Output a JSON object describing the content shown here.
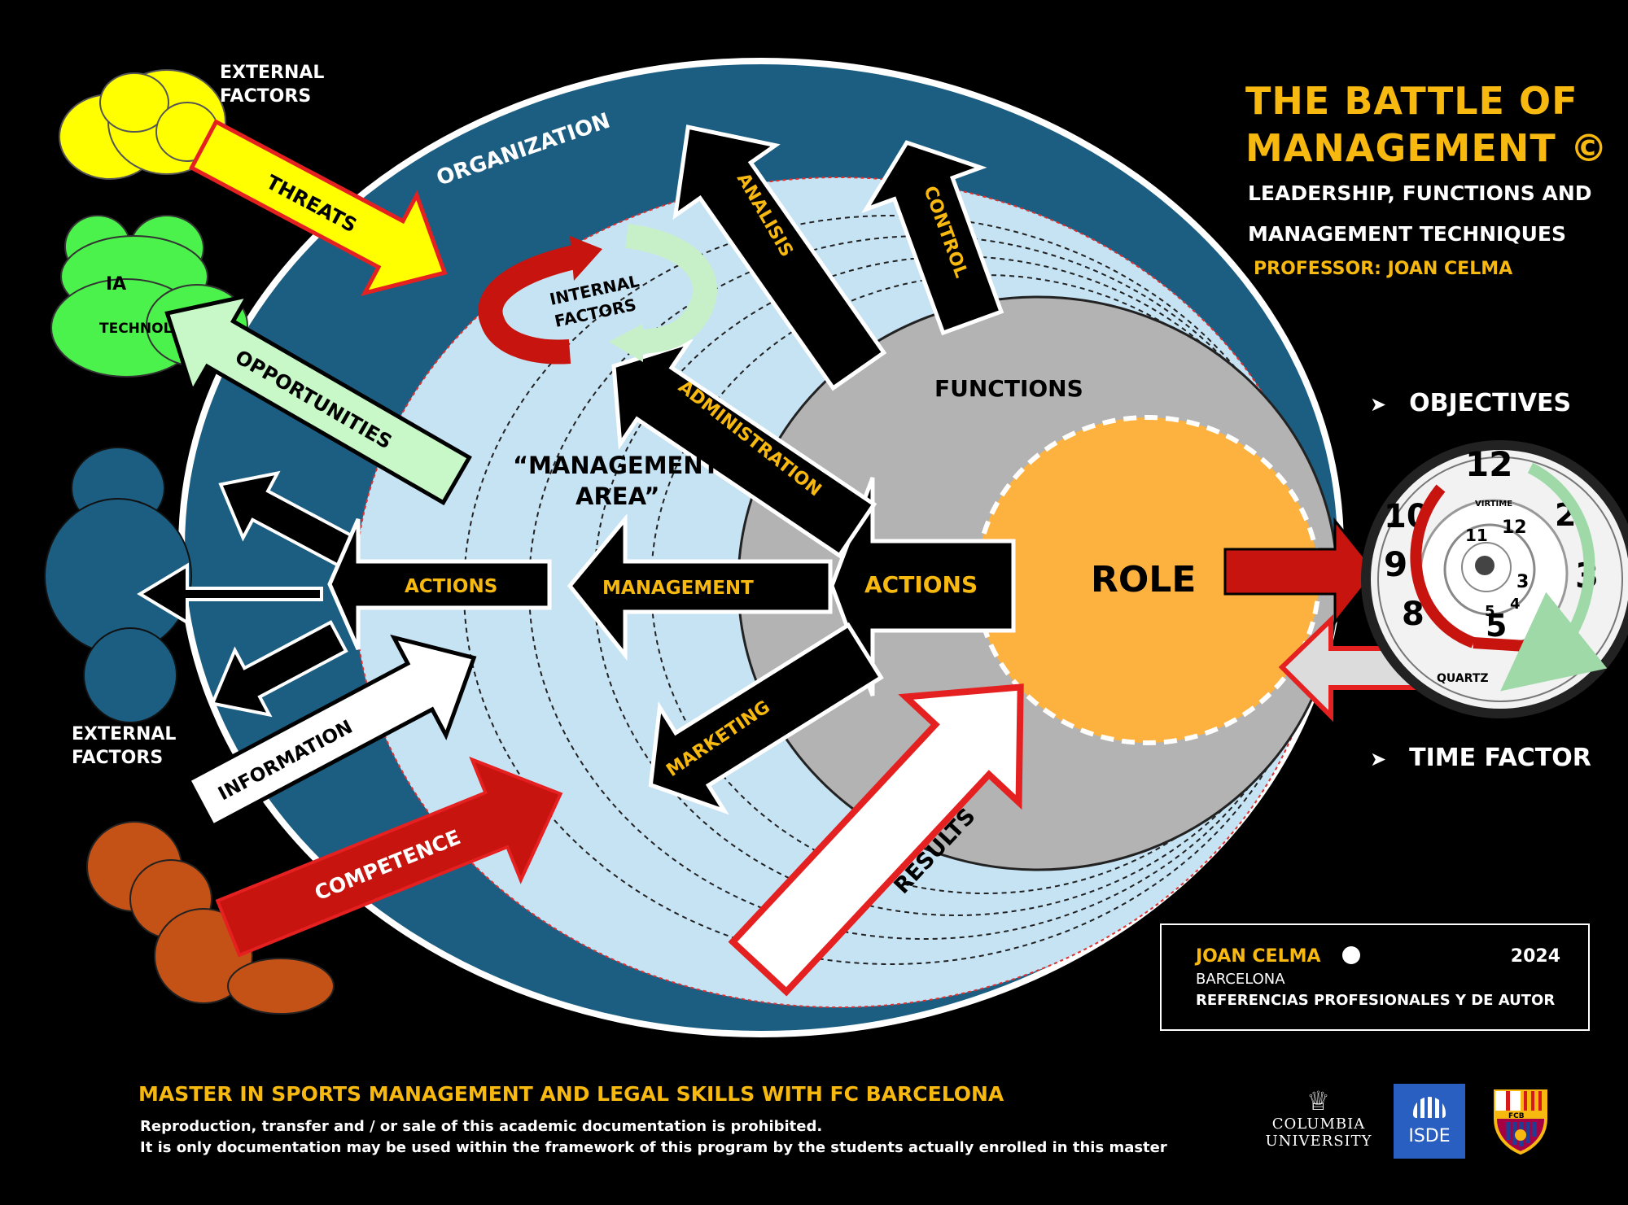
{
  "title": {
    "line1": "THE  BATTLE  OF",
    "line2": "MANAGEMENT ©"
  },
  "subtitle": {
    "line1": "LEADERSHIP, FUNCTIONS AND",
    "line2": "MANAGEMENT TECHNIQUES"
  },
  "professor": "PROFESSOR:  JOAN CELMA",
  "bullets": {
    "objectives": "OBJECTIVES",
    "time_factor": "TIME FACTOR"
  },
  "diagram": {
    "organization": "ORGANIZATION",
    "functions": "FUNCTIONS",
    "role": "ROLE",
    "management_area_1": "“MANAGEMENT",
    "management_area_2": "AREA”",
    "internal_factors_1": "INTERNAL",
    "internal_factors_2": "FACTORS",
    "threats": "THREATS",
    "opportunities": "OPPORTUNITIES",
    "information": "INFORMATION",
    "competence": "COMPETENCE",
    "results": "RESULTS",
    "actions_inner": "ACTIONS",
    "actions_outer": "ACTIONS",
    "management": "MANAGEMENT",
    "analisis": "ANALISIS",
    "control": "CONTROL",
    "administration": "ADMINISTRATION",
    "marketing": "MARKETING",
    "ia": "IA",
    "technology": "TECHNOLOGY",
    "external_factors_top_1": "EXTERNAL",
    "external_factors_top_2": "FACTORS",
    "external_factors_left_1": "EXTERNAL",
    "external_factors_left_2": "FACTORS",
    "clock_brand_1": "QUARTZ",
    "clock_brand_2": "VIRTIME"
  },
  "credit": {
    "author": "JOAN CELMA",
    "year": "2024",
    "city": "BARCELONA",
    "refs": "REFERENCIAS PROFESIONALES Y DE AUTOR"
  },
  "footer": {
    "master": "MASTER IN SPORTS MANAGEMENT AND LEGAL SKILLS WITH FC BARCELONA",
    "legal1": "Reproduction, transfer and / or sale of this academic documentation is prohibited.",
    "legal2": "It is only documentation may be used within the framework of this program by the students actually enrolled in this master"
  },
  "logos": {
    "columbia_1": "COLUMBIA",
    "columbia_2": "UNIVERSITY",
    "isde": "ISDE",
    "fcb": "FCB"
  },
  "colors": {
    "gold": "#f7b90f",
    "navy": "#1c5e82",
    "light_blue": "#c6e3f4",
    "gray": "#b3b3b3",
    "orange": "#fdb23f",
    "red": "#c8140f"
  }
}
